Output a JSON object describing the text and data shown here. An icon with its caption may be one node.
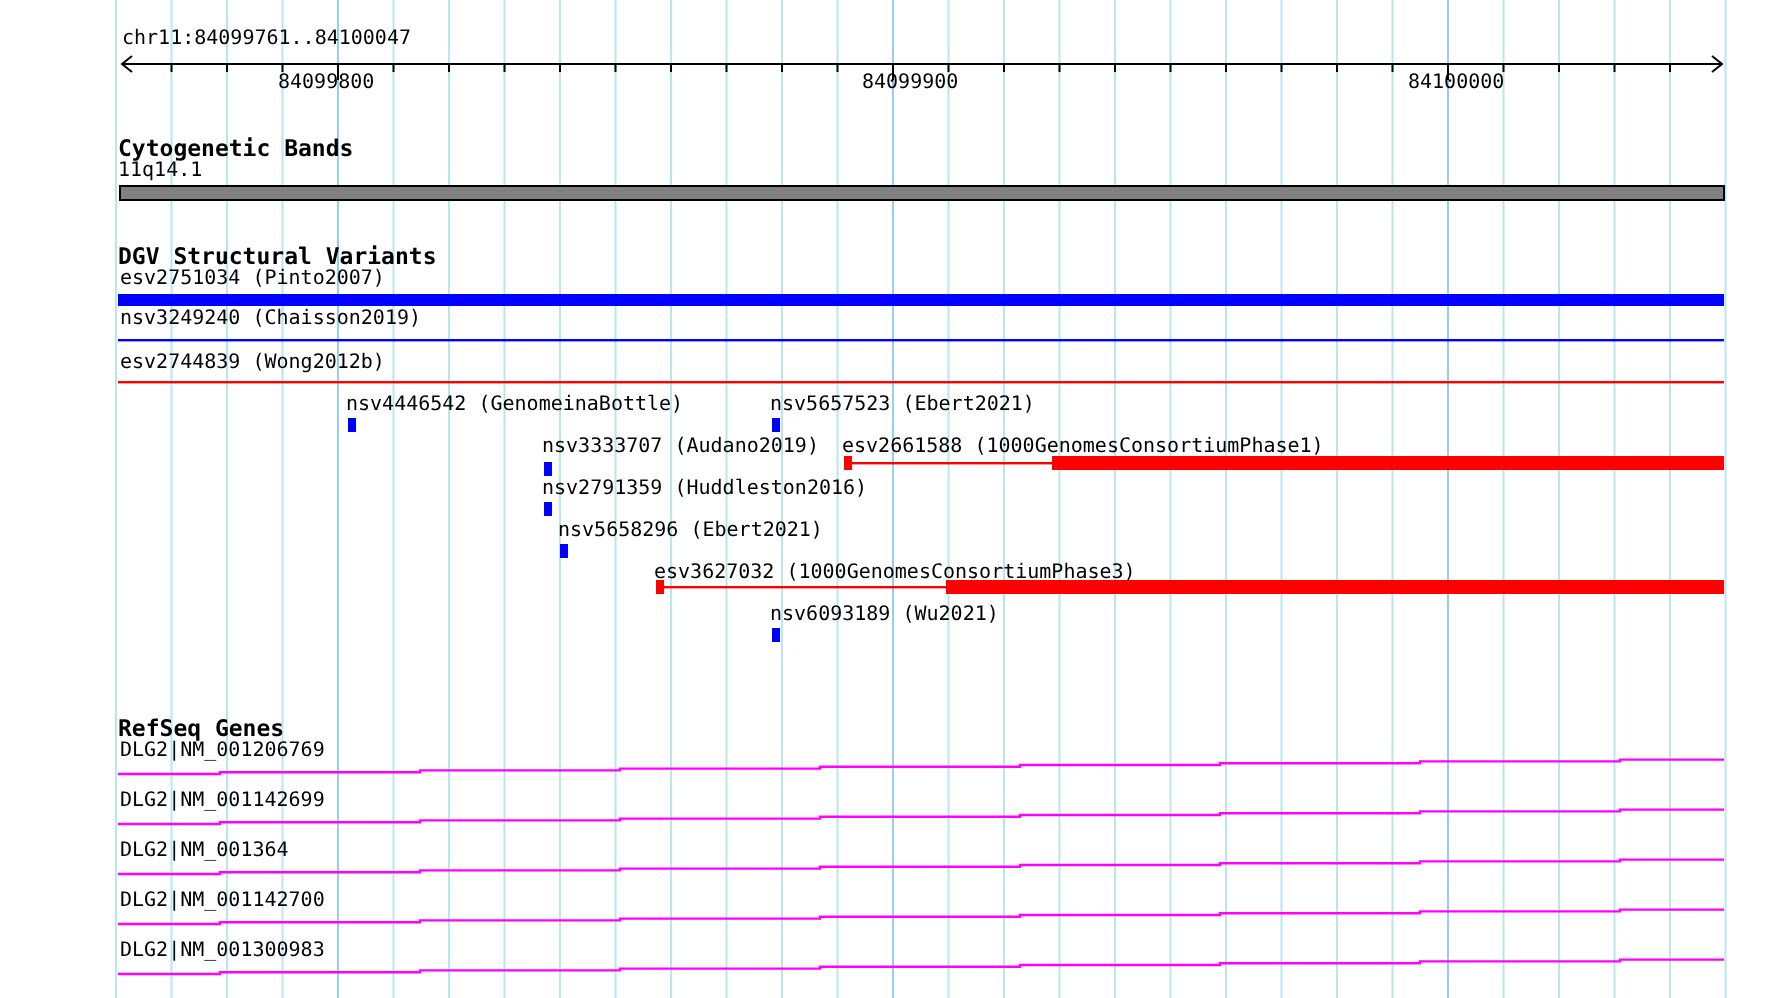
{
  "diagram": {
    "labels": [
      "chr11:84099761..84100047",
      "84099800",
      "84099900",
      "84100000",
      "Cytogenetic Bands",
      "11q14.1",
      "DGV Structural Variants",
      "esv2751034 (Pinto2007)",
      "nsv3249240 (Chaisson2019)",
      "esv2744839 (Wong2012b)",
      "nsv4446542 (GenomeinaBottle)",
      "nsv5657523 (Ebert2021)",
      "nsv3333707 (Audano2019)",
      "esv2661588 (1000GenomesConsortiumPhase1)",
      "nsv2791359 (Huddleston2016)",
      "nsv5658296 (Ebert2021)",
      "esv3627032 (1000GenomesConsortiumPhase3)",
      "nsv6093189 (Wu2021)",
      "RefSeq Genes",
      "DLG2|NM_001206769",
      "DLG2|NM_001142699",
      "DLG2|NM_001364",
      "DLG2|NM_001142700",
      "DLG2|NM_001300983"
    ]
  }
}
